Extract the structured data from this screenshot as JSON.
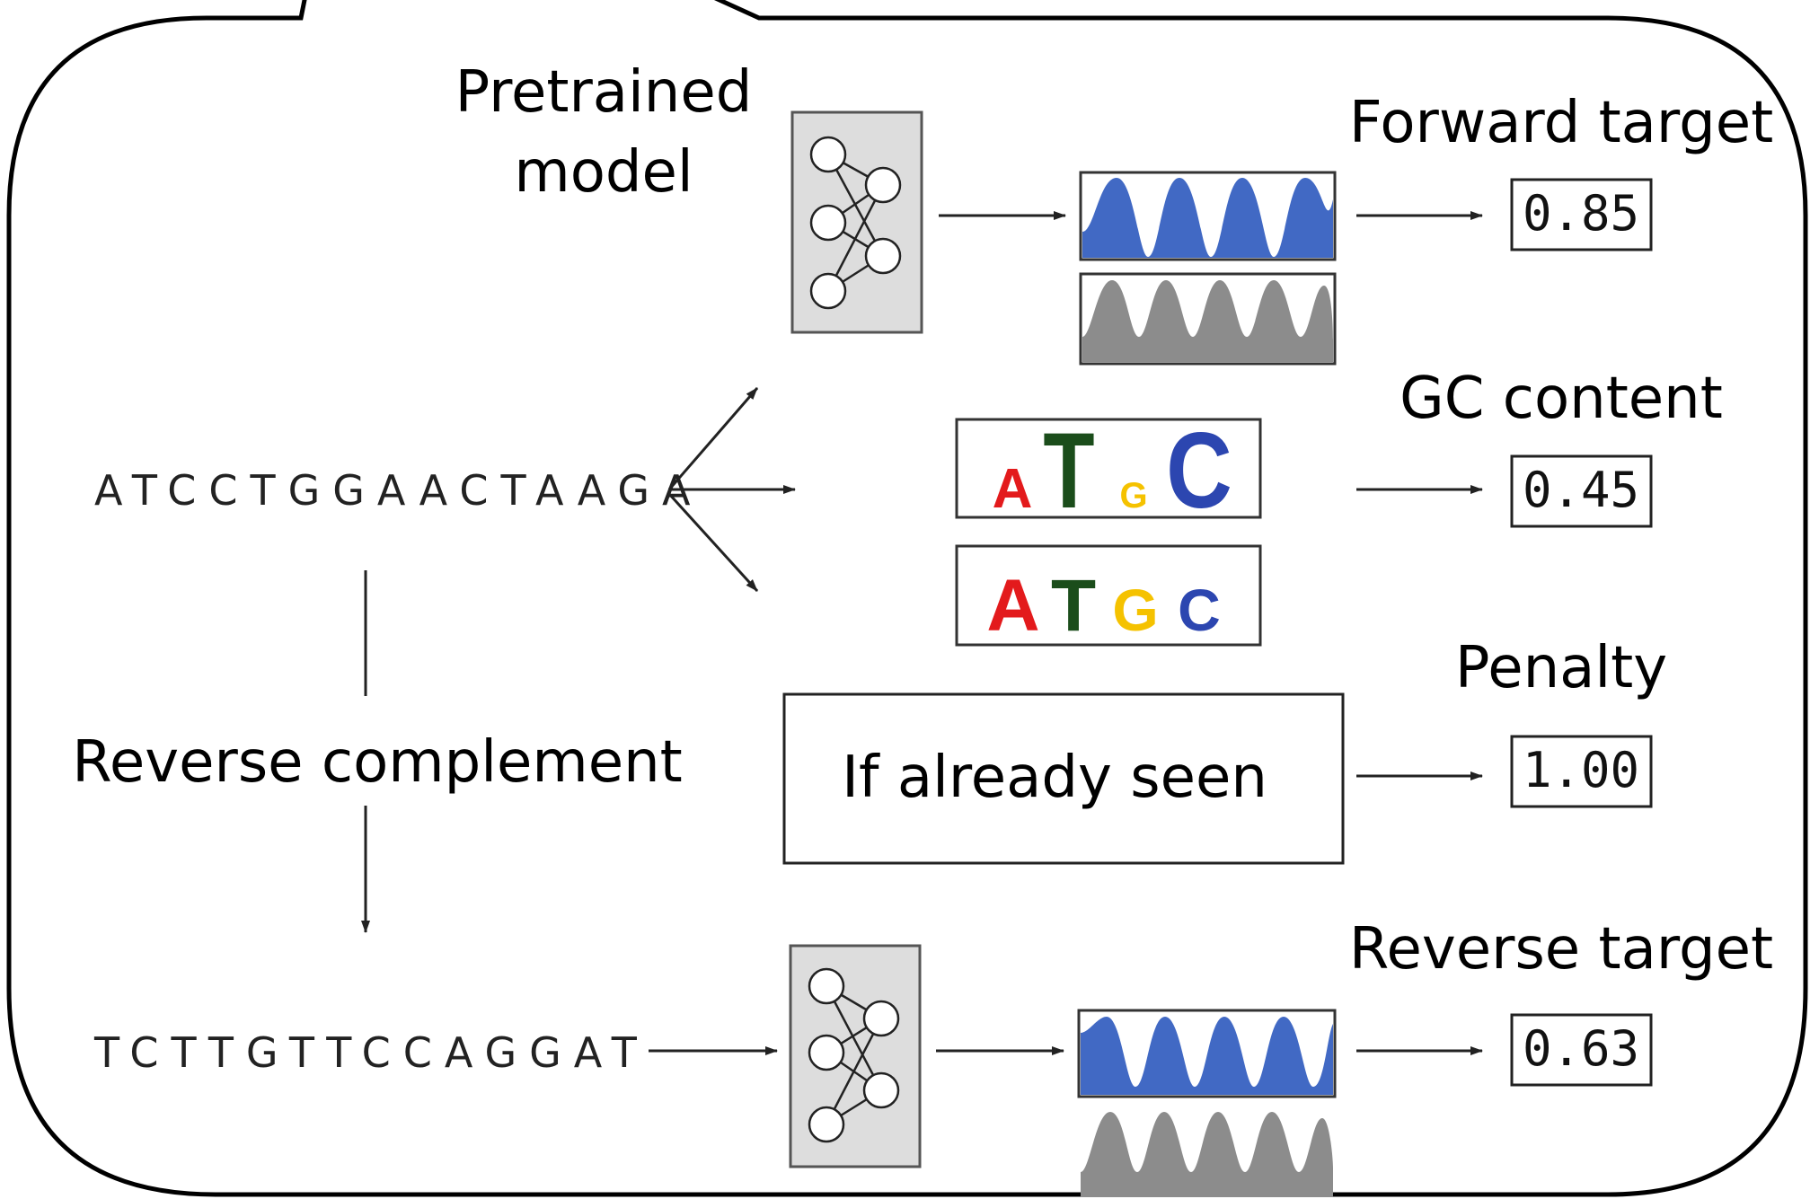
{
  "colors": {
    "accent_blue": "#4169c4",
    "track_gray": "#8c8c8c",
    "model_fill": "#dddddd",
    "base_A": "#e31a1c",
    "base_T": "#1b4d1b",
    "base_G": "#f5c200",
    "base_C": "#2c46b0"
  },
  "labels": {
    "pretrained_model_line1": "Pretrained",
    "pretrained_model_line2": "model",
    "forward_target": "Forward target",
    "gc_content": "GC content",
    "penalty": "Penalty",
    "reverse_target": "Reverse target",
    "reverse_complement": "Reverse complement",
    "if_already_seen": "If already seen"
  },
  "sequences": {
    "forward": "ATCCTGGAACTAAGA",
    "reverse": "TCTTGTTCCAGGAT"
  },
  "values": {
    "forward_target": "0.85",
    "gc_content": "0.45",
    "penalty": "1.00",
    "reverse_target": "0.63"
  },
  "logos": {
    "top": [
      {
        "letter": "A",
        "color_key": "base_A"
      },
      {
        "letter": "T",
        "color_key": "base_T"
      },
      {
        "letter": "G",
        "color_key": "base_G"
      },
      {
        "letter": "C",
        "color_key": "base_C"
      }
    ],
    "bottom": [
      {
        "letter": "A",
        "color_key": "base_A"
      },
      {
        "letter": "T",
        "color_key": "base_T"
      },
      {
        "letter": "G",
        "color_key": "base_G"
      },
      {
        "letter": "C",
        "color_key": "base_C"
      }
    ]
  },
  "icons": {
    "model": "neural-network-icon",
    "signal": "signal-track-icon",
    "logo": "sequence-logo-icon"
  }
}
